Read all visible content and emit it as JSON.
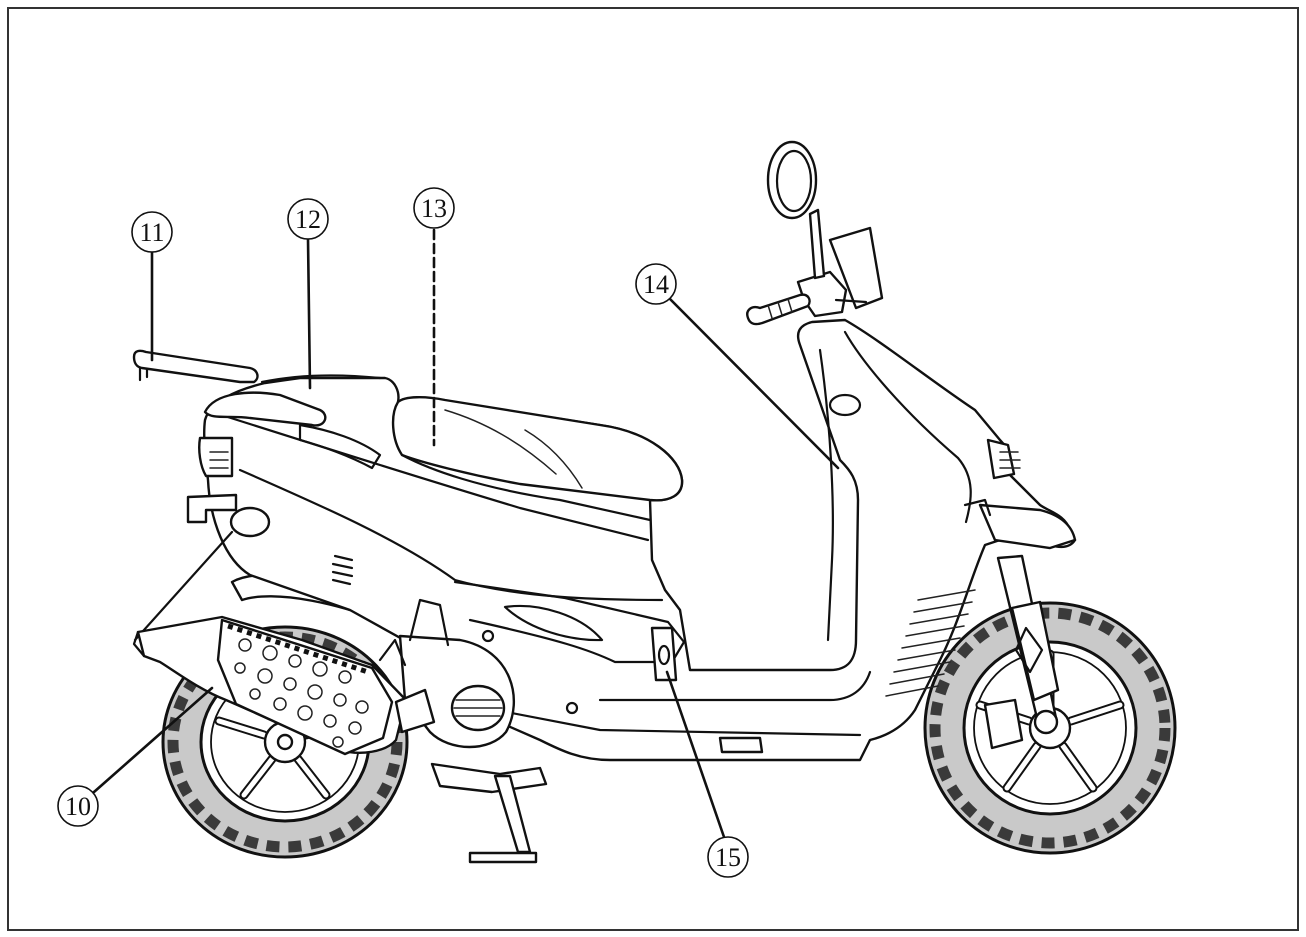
{
  "callouts": {
    "c10": "10",
    "c11": "11",
    "c12": "12",
    "c13": "13",
    "c14": "14",
    "c15": "15"
  }
}
